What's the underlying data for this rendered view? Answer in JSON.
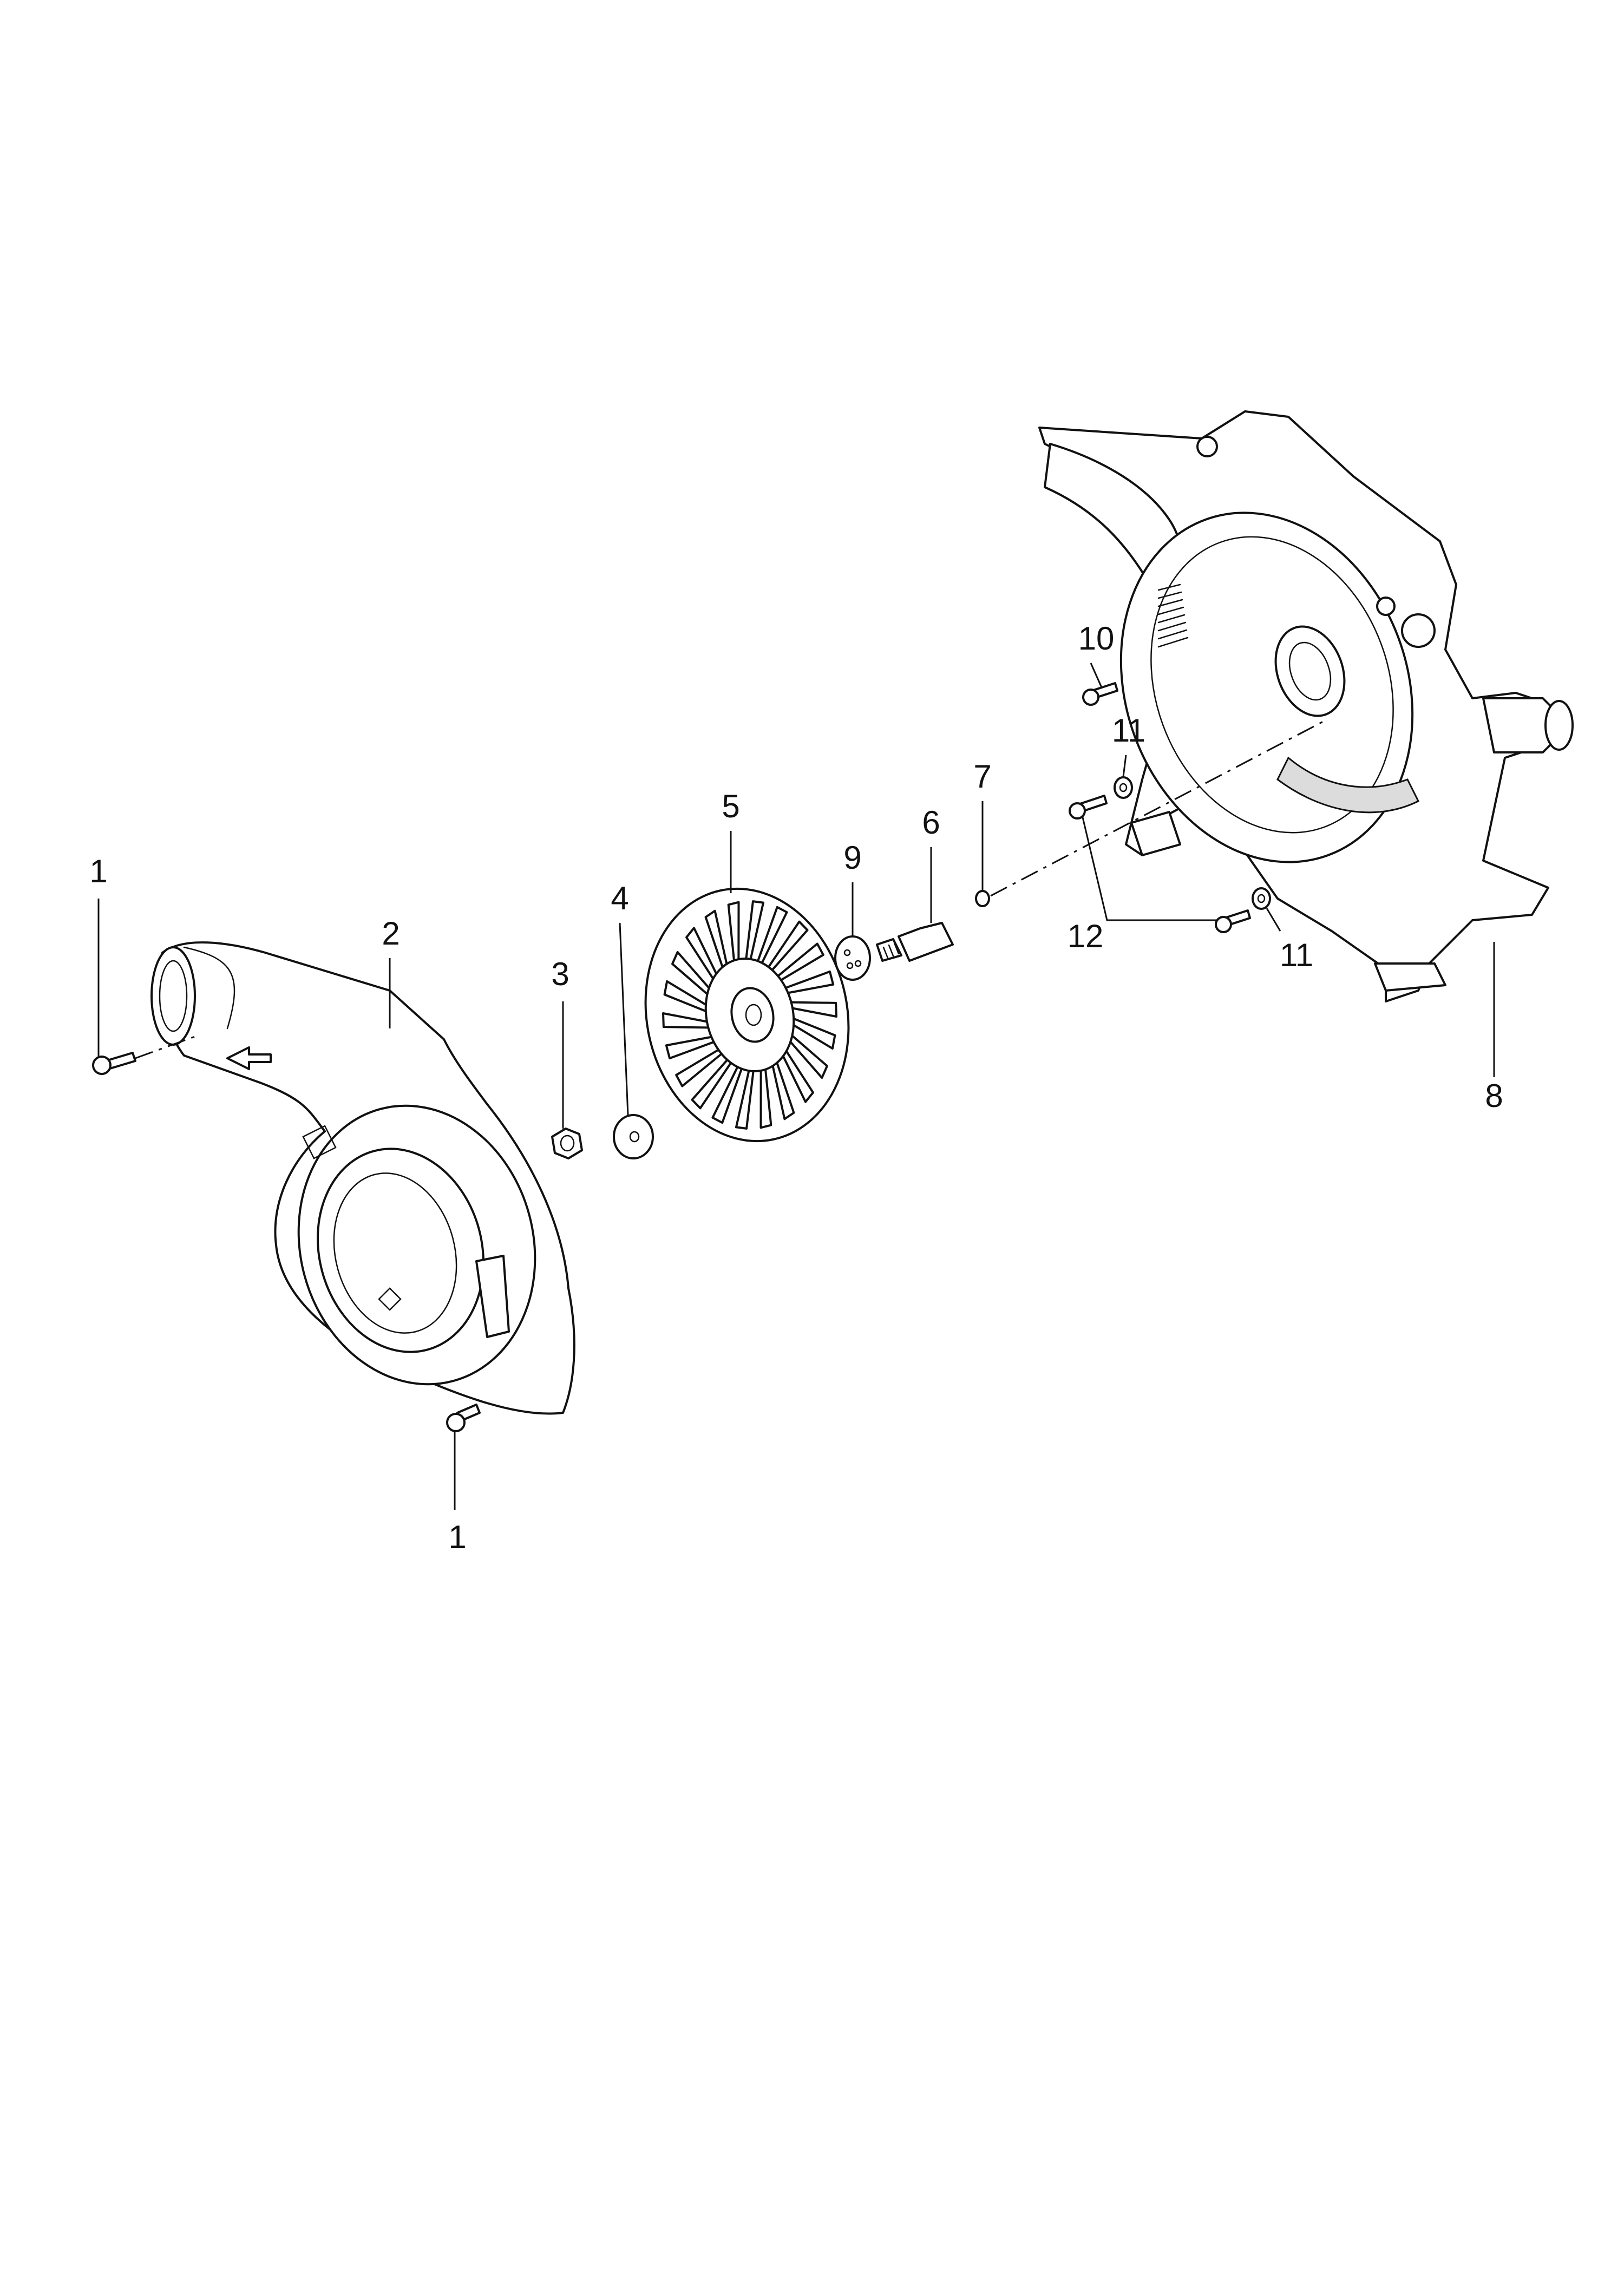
{
  "callouts": {
    "c1a": "1",
    "c1b": "1",
    "c2": "2",
    "c3": "3",
    "c4": "4",
    "c5": "5",
    "c6": "6",
    "c7": "7",
    "c8": "8",
    "c9": "9",
    "c10": "10",
    "c11a": "11",
    "c11b": "11",
    "c12": "12"
  },
  "icons": {
    "airflow_arrow": "left-arrow-icon"
  }
}
